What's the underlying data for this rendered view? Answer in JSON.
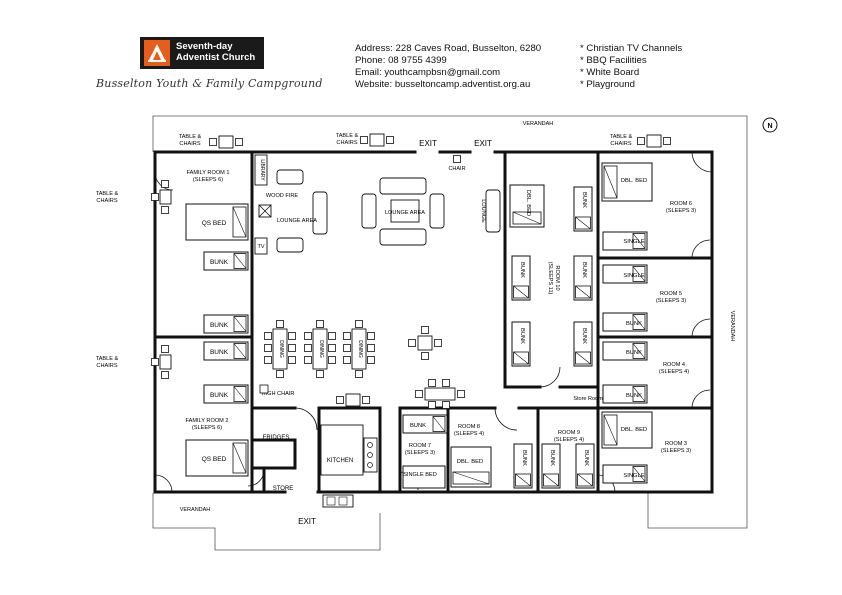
{
  "logo": {
    "line1": "Seventh-day",
    "line2": "Adventist Church",
    "accent": "#e85d1a"
  },
  "campground_title": "Busselton Youth & Family Campground",
  "contact": [
    "Address: 228 Caves Road, Busselton, 6280",
    "Phone: 08 9755 4399",
    "Email: youthcampbsn@gmail.com",
    "Website: busseltoncamp.adventist.org.au"
  ],
  "features": [
    "* Christian TV Channels",
    "* BBQ Facilities",
    "* White Board",
    "* Playground"
  ],
  "plan": {
    "verandah_top": "VERANDAH",
    "verandah_right": "VERANDAH",
    "verandah_bottom": "VERANDAH",
    "exit": "EXIT",
    "table_chairs_1": "TABLE &",
    "table_chairs_2": "CHAIRS",
    "family_room_1": "FAMILY ROOM 1",
    "family_room_1_sleeps": "(SLEEPS 6)",
    "family_room_2": "FAMILY ROOM 2",
    "family_room_2_sleeps": "(SLEEPS 6)",
    "qs_bed": "QS BED",
    "bunk": "BUNK",
    "library": "LIBRARY",
    "wood_fire": "WOOD FIRE",
    "lounge_area": "LOUNGE AREA",
    "lounge": "LOUNGE",
    "tv": "TV",
    "chair": "CHAIR",
    "dining": "DINING",
    "high_chair": "HIGH CHAIR",
    "fridges": "FRIDGES",
    "kitchen": "KITCHEN",
    "store": "STORE",
    "store_room": "Store Room",
    "dbl_bed": "DBL. BED",
    "single": "SINGLE",
    "single_bed": "SINGLE BED",
    "room10": "ROOM 10",
    "room10_sleeps": "(SLEEPS 11)",
    "room6": "ROOM 6",
    "room6_sleeps": "(SLEEPS 3)",
    "room5": "ROOM 5",
    "room5_sleeps": "(SLEEPS 3)",
    "room4": "ROOM 4",
    "room4_sleeps": "(SLEEPS 4)",
    "room3": "ROOM 3",
    "room3_sleeps": "(SLEEPS 3)",
    "room7": "ROOM 7",
    "room7_sleeps": "(SLEEPS 3)",
    "room8": "ROOM 8",
    "room8_sleeps": "(SLEEPS 4)",
    "room9": "ROOM 9",
    "room9_sleeps": "(SLEEPS 4)",
    "north": "N"
  }
}
